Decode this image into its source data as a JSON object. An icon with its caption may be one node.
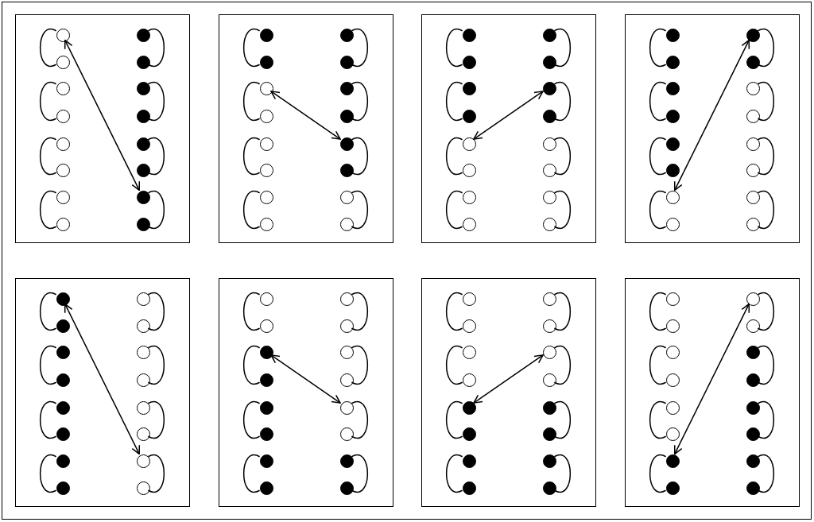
{
  "diagram": {
    "nodes": [
      {
        "text": [],
        "shape": "box"
      },
      {
        "text": [],
        "shape": "circle",
        "in": 0
      },
      {
        "text": [],
        "shape": "circle",
        "in": 0
      },
      {
        "text": [],
        "shape": "circle",
        "in": 0
      },
      {
        "text": [],
        "shape": "circle",
        "in": 0
      },
      {
        "text": [],
        "shape": "circle",
        "in": 0
      },
      {
        "text": [],
        "shape": "circle",
        "in": 0
      },
      {
        "text": [],
        "shape": "circle",
        "in": 0
      },
      {
        "text": [],
        "shape": "circle",
        "in": 0
      },
      {
        "text": [],
        "shape": "dot",
        "in": 0
      },
      {
        "text": [],
        "shape": "dot",
        "in": 0
      },
      {
        "text": [],
        "shape": "dot",
        "in": 0
      },
      {
        "text": [],
        "shape": "dot",
        "in": 0
      },
      {
        "text": [],
        "shape": "dot",
        "in": 0
      },
      {
        "text": [],
        "shape": "dot",
        "in": 0
      },
      {
        "text": [],
        "shape": "dot",
        "in": 0
      },
      {
        "text": [],
        "shape": "dot",
        "in": 0
      },
      {
        "text": [],
        "shape": "box"
      },
      {
        "text": [],
        "shape": "dot",
        "in": 17
      },
      {
        "text": [],
        "shape": "dot",
        "in": 17
      },
      {
        "text": [],
        "shape": "circle",
        "in": 17
      },
      {
        "text": [],
        "shape": "circle",
        "in": 17
      },
      {
        "text": [],
        "shape": "circle",
        "in": 17
      },
      {
        "text": [],
        "shape": "circle",
        "in": 17
      },
      {
        "text": [],
        "shape": "circle",
        "in": 17
      },
      {
        "text": [],
        "shape": "circle",
        "in": 17
      },
      {
        "text": [],
        "shape": "dot",
        "in": 17
      },
      {
        "text": [],
        "shape": "dot",
        "in": 17
      },
      {
        "text": [],
        "shape": "dot",
        "in": 17
      },
      {
        "text": [],
        "shape": "dot",
        "in": 17
      },
      {
        "text": [],
        "shape": "dot",
        "in": 17
      },
      {
        "text": [],
        "shape": "dot",
        "in": 17
      },
      {
        "text": [],
        "shape": "circle",
        "in": 17
      },
      {
        "text": [],
        "shape": "circle",
        "in": 17
      },
      {
        "text": [],
        "shape": "box"
      },
      {
        "text": [],
        "shape": "dot",
        "in": 34
      },
      {
        "text": [],
        "shape": "dot",
        "in": 34
      },
      {
        "text": [],
        "shape": "dot",
        "in": 34
      },
      {
        "text": [],
        "shape": "dot",
        "in": 34
      },
      {
        "text": [],
        "shape": "circle",
        "in": 34
      },
      {
        "text": [],
        "shape": "circle",
        "in": 34
      },
      {
        "text": [],
        "shape": "circle",
        "in": 34
      },
      {
        "text": [],
        "shape": "circle",
        "in": 34
      },
      {
        "text": [],
        "shape": "dot",
        "in": 34
      },
      {
        "text": [],
        "shape": "dot",
        "in": 34
      },
      {
        "text": [],
        "shape": "dot",
        "in": 34
      },
      {
        "text": [],
        "shape": "dot",
        "in": 34
      },
      {
        "text": [],
        "shape": "circle",
        "in": 34
      },
      {
        "text": [],
        "shape": "circle",
        "in": 34
      },
      {
        "text": [],
        "shape": "circle",
        "in": 34
      },
      {
        "text": [],
        "shape": "circle",
        "in": 34
      },
      {
        "text": [],
        "shape": "box"
      },
      {
        "text": [],
        "shape": "dot",
        "in": 51
      },
      {
        "text": [],
        "shape": "dot",
        "in": 51
      },
      {
        "text": [],
        "shape": "dot",
        "in": 51
      },
      {
        "text": [],
        "shape": "dot",
        "in": 51
      },
      {
        "text": [],
        "shape": "dot",
        "in": 51
      },
      {
        "text": [],
        "shape": "dot",
        "in": 51
      },
      {
        "text": [],
        "shape": "circle",
        "in": 51
      },
      {
        "text": [],
        "shape": "circle",
        "in": 51
      },
      {
        "text": [],
        "shape": "dot",
        "in": 51
      },
      {
        "text": [],
        "shape": "dot",
        "in": 51
      },
      {
        "text": [],
        "shape": "circle",
        "in": 51
      },
      {
        "text": [],
        "shape": "circle",
        "in": 51
      },
      {
        "text": [],
        "shape": "circle",
        "in": 51
      },
      {
        "text": [],
        "shape": "circle",
        "in": 51
      },
      {
        "text": [],
        "shape": "circle",
        "in": 51
      },
      {
        "text": [],
        "shape": "circle",
        "in": 51
      },
      {
        "text": [],
        "shape": "box"
      },
      {
        "text": [],
        "shape": "dot",
        "in": 68
      },
      {
        "text": [],
        "shape": "dot",
        "in": 68
      },
      {
        "text": [],
        "shape": "dot",
        "in": 68
      },
      {
        "text": [],
        "shape": "dot",
        "in": 68
      },
      {
        "text": [],
        "shape": "dot",
        "in": 68
      },
      {
        "text": [],
        "shape": "dot",
        "in": 68
      },
      {
        "text": [],
        "shape": "dot",
        "in": 68
      },
      {
        "text": [],
        "shape": "dot",
        "in": 68
      },
      {
        "text": [],
        "shape": "circle",
        "in": 68
      },
      {
        "text": [],
        "shape": "circle",
        "in": 68
      },
      {
        "text": [],
        "shape": "circle",
        "in": 68
      },
      {
        "text": [],
        "shape": "circle",
        "in": 68
      },
      {
        "text": [],
        "shape": "circle",
        "in": 68
      },
      {
        "text": [],
        "shape": "circle",
        "in": 68
      },
      {
        "text": [],
        "shape": "circle",
        "in": 68
      },
      {
        "text": [],
        "shape": "circle",
        "in": 68
      },
      {
        "text": [],
        "shape": "box"
      },
      {
        "text": [],
        "shape": "circle",
        "in": 85
      },
      {
        "text": [],
        "shape": "circle",
        "in": 85
      },
      {
        "text": [],
        "shape": "dot",
        "in": 85
      },
      {
        "text": [],
        "shape": "dot",
        "in": 85
      },
      {
        "text": [],
        "shape": "dot",
        "in": 85
      },
      {
        "text": [],
        "shape": "dot",
        "in": 85
      },
      {
        "text": [],
        "shape": "dot",
        "in": 85
      },
      {
        "text": [],
        "shape": "dot",
        "in": 85
      },
      {
        "text": [],
        "shape": "circle",
        "in": 85
      },
      {
        "text": [],
        "shape": "circle",
        "in": 85
      },
      {
        "text": [],
        "shape": "circle",
        "in": 85
      },
      {
        "text": [],
        "shape": "circle",
        "in": 85
      },
      {
        "text": [],
        "shape": "circle",
        "in": 85
      },
      {
        "text": [],
        "shape": "circle",
        "in": 85
      },
      {
        "text": [],
        "shape": "dot",
        "in": 85
      },
      {
        "text": [],
        "shape": "dot",
        "in": 85
      },
      {
        "text": [],
        "shape": "box"
      },
      {
        "text": [],
        "shape": "circle",
        "in": 102
      },
      {
        "text": [],
        "shape": "circle",
        "in": 102
      },
      {
        "text": [],
        "shape": "circle",
        "in": 102
      },
      {
        "text": [],
        "shape": "circle",
        "in": 102
      },
      {
        "text": [],
        "shape": "dot",
        "in": 102
      },
      {
        "text": [],
        "shape": "dot",
        "in": 102
      },
      {
        "text": [],
        "shape": "dot",
        "in": 102
      },
      {
        "text": [],
        "shape": "dot",
        "in": 102
      },
      {
        "text": [],
        "shape": "circle",
        "in": 102
      },
      {
        "text": [],
        "shape": "circle",
        "in": 102
      },
      {
        "text": [],
        "shape": "circle",
        "in": 102
      },
      {
        "text": [],
        "shape": "circle",
        "in": 102
      },
      {
        "text": [],
        "shape": "dot",
        "in": 102
      },
      {
        "text": [],
        "shape": "dot",
        "in": 102
      },
      {
        "text": [],
        "shape": "dot",
        "in": 102
      },
      {
        "text": [],
        "shape": "dot",
        "in": 102
      },
      {
        "text": [],
        "shape": "box"
      },
      {
        "text": [],
        "shape": "circle",
        "in": 119
      },
      {
        "text": [],
        "shape": "circle",
        "in": 119
      },
      {
        "text": [],
        "shape": "circle",
        "in": 119
      },
      {
        "text": [],
        "shape": "circle",
        "in": 119
      },
      {
        "text": [],
        "shape": "circle",
        "in": 119
      },
      {
        "text": [],
        "shape": "circle",
        "in": 119
      },
      {
        "text": [],
        "shape": "dot",
        "in": 119
      },
      {
        "text": [],
        "shape": "dot",
        "in": 119
      },
      {
        "text": [],
        "shape": "circle",
        "in": 119
      },
      {
        "text": [],
        "shape": "circle",
        "in": 119
      },
      {
        "text": [],
        "shape": "dot",
        "in": 119
      },
      {
        "text": [],
        "shape": "dot",
        "in": 119
      },
      {
        "text": [],
        "shape": "dot",
        "in": 119
      },
      {
        "text": [],
        "shape": "dot",
        "in": 119
      },
      {
        "text": [],
        "shape": "dot",
        "in": 119
      },
      {
        "text": [],
        "shape": "dot",
        "in": 119
      }
    ],
    "edges": [
      {
        "from": 1,
        "to": 2,
        "arrow": "none"
      },
      {
        "from": 3,
        "to": 4,
        "arrow": "none"
      },
      {
        "from": 5,
        "to": 6,
        "arrow": "none"
      },
      {
        "from": 7,
        "to": 8,
        "arrow": "none"
      },
      {
        "from": 9,
        "to": 10,
        "arrow": "none"
      },
      {
        "from": 11,
        "to": 12,
        "arrow": "none"
      },
      {
        "from": 13,
        "to": 14,
        "arrow": "none"
      },
      {
        "from": 15,
        "to": 16,
        "arrow": "none"
      },
      {
        "from": 1,
        "to": 15,
        "arrow": "both"
      },
      {
        "from": 18,
        "to": 19,
        "arrow": "none"
      },
      {
        "from": 20,
        "to": 21,
        "arrow": "none"
      },
      {
        "from": 22,
        "to": 23,
        "arrow": "none"
      },
      {
        "from": 24,
        "to": 25,
        "arrow": "none"
      },
      {
        "from": 26,
        "to": 27,
        "arrow": "none"
      },
      {
        "from": 28,
        "to": 29,
        "arrow": "none"
      },
      {
        "from": 30,
        "to": 31,
        "arrow": "none"
      },
      {
        "from": 32,
        "to": 33,
        "arrow": "none"
      },
      {
        "from": 20,
        "to": 30,
        "arrow": "both"
      },
      {
        "from": 35,
        "to": 36,
        "arrow": "none"
      },
      {
        "from": 37,
        "to": 38,
        "arrow": "none"
      },
      {
        "from": 39,
        "to": 40,
        "arrow": "none"
      },
      {
        "from": 41,
        "to": 42,
        "arrow": "none"
      },
      {
        "from": 43,
        "to": 44,
        "arrow": "none"
      },
      {
        "from": 45,
        "to": 46,
        "arrow": "none"
      },
      {
        "from": 47,
        "to": 48,
        "arrow": "none"
      },
      {
        "from": 49,
        "to": 50,
        "arrow": "none"
      },
      {
        "from": 45,
        "to": 39,
        "arrow": "both"
      },
      {
        "from": 52,
        "to": 53,
        "arrow": "none"
      },
      {
        "from": 54,
        "to": 55,
        "arrow": "none"
      },
      {
        "from": 56,
        "to": 57,
        "arrow": "none"
      },
      {
        "from": 58,
        "to": 59,
        "arrow": "none"
      },
      {
        "from": 60,
        "to": 61,
        "arrow": "none"
      },
      {
        "from": 62,
        "to": 63,
        "arrow": "none"
      },
      {
        "from": 64,
        "to": 65,
        "arrow": "none"
      },
      {
        "from": 66,
        "to": 67,
        "arrow": "none"
      },
      {
        "from": 60,
        "to": 58,
        "arrow": "both"
      },
      {
        "from": 69,
        "to": 70,
        "arrow": "none"
      },
      {
        "from": 71,
        "to": 72,
        "arrow": "none"
      },
      {
        "from": 73,
        "to": 74,
        "arrow": "none"
      },
      {
        "from": 75,
        "to": 76,
        "arrow": "none"
      },
      {
        "from": 77,
        "to": 78,
        "arrow": "none"
      },
      {
        "from": 79,
        "to": 80,
        "arrow": "none"
      },
      {
        "from": 81,
        "to": 82,
        "arrow": "none"
      },
      {
        "from": 83,
        "to": 84,
        "arrow": "none"
      },
      {
        "from": 69,
        "to": 83,
        "arrow": "both"
      },
      {
        "from": 86,
        "to": 87,
        "arrow": "none"
      },
      {
        "from": 88,
        "to": 89,
        "arrow": "none"
      },
      {
        "from": 90,
        "to": 91,
        "arrow": "none"
      },
      {
        "from": 92,
        "to": 93,
        "arrow": "none"
      },
      {
        "from": 94,
        "to": 95,
        "arrow": "none"
      },
      {
        "from": 96,
        "to": 97,
        "arrow": "none"
      },
      {
        "from": 98,
        "to": 99,
        "arrow": "none"
      },
      {
        "from": 100,
        "to": 101,
        "arrow": "none"
      },
      {
        "from": 88,
        "to": 98,
        "arrow": "both"
      },
      {
        "from": 103,
        "to": 104,
        "arrow": "none"
      },
      {
        "from": 105,
        "to": 106,
        "arrow": "none"
      },
      {
        "from": 107,
        "to": 108,
        "arrow": "none"
      },
      {
        "from": 109,
        "to": 110,
        "arrow": "none"
      },
      {
        "from": 111,
        "to": 112,
        "arrow": "none"
      },
      {
        "from": 113,
        "to": 114,
        "arrow": "none"
      },
      {
        "from": 115,
        "to": 116,
        "arrow": "none"
      },
      {
        "from": 117,
        "to": 118,
        "arrow": "none"
      },
      {
        "from": 113,
        "to": 107,
        "arrow": "both"
      },
      {
        "from": 120,
        "to": 121,
        "arrow": "none"
      },
      {
        "from": 122,
        "to": 123,
        "arrow": "none"
      },
      {
        "from": 124,
        "to": 125,
        "arrow": "none"
      },
      {
        "from": 126,
        "to": 127,
        "arrow": "none"
      },
      {
        "from": 128,
        "to": 129,
        "arrow": "none"
      },
      {
        "from": 130,
        "to": 131,
        "arrow": "none"
      },
      {
        "from": 132,
        "to": 133,
        "arrow": "none"
      },
      {
        "from": 134,
        "to": 135,
        "arrow": "none"
      },
      {
        "from": 128,
        "to": 126,
        "arrow": "both"
      }
    ]
  }
}
